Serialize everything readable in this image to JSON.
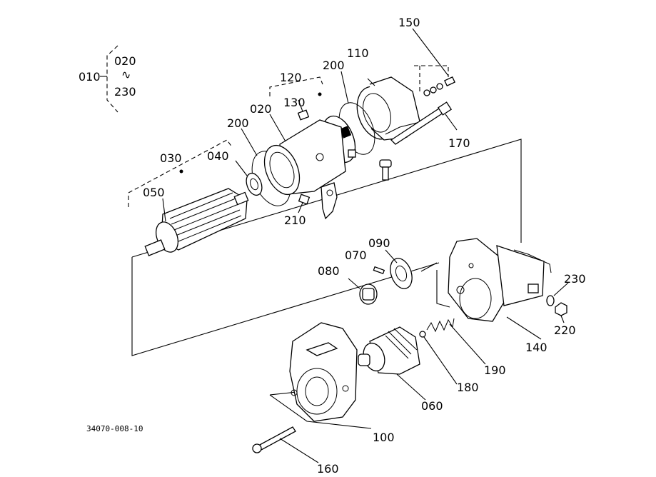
{
  "callouts": [
    {
      "id": "010",
      "text": "010"
    },
    {
      "id": "020a",
      "text": "020"
    },
    {
      "id": "tilde",
      "text": "∿"
    },
    {
      "id": "230a",
      "text": "230"
    },
    {
      "id": "120",
      "text": "120"
    },
    {
      "id": "200a",
      "text": "200"
    },
    {
      "id": "110",
      "text": "110"
    },
    {
      "id": "150",
      "text": "150"
    },
    {
      "id": "130",
      "text": "130"
    },
    {
      "id": "020b",
      "text": "020"
    },
    {
      "id": "200b",
      "text": "200"
    },
    {
      "id": "170",
      "text": "170"
    },
    {
      "id": "030",
      "text": "030"
    },
    {
      "id": "040",
      "text": "040"
    },
    {
      "id": "050",
      "text": "050"
    },
    {
      "id": "210",
      "text": "210"
    },
    {
      "id": "090",
      "text": "090"
    },
    {
      "id": "070",
      "text": "070"
    },
    {
      "id": "080",
      "text": "080"
    },
    {
      "id": "230b",
      "text": "230"
    },
    {
      "id": "220",
      "text": "220"
    },
    {
      "id": "140",
      "text": "140"
    },
    {
      "id": "190",
      "text": "190"
    },
    {
      "id": "180",
      "text": "180"
    },
    {
      "id": "060",
      "text": "060"
    },
    {
      "id": "100",
      "text": "100"
    },
    {
      "id": "160",
      "text": "160"
    }
  ],
  "drawing_number": "34070-008-10"
}
